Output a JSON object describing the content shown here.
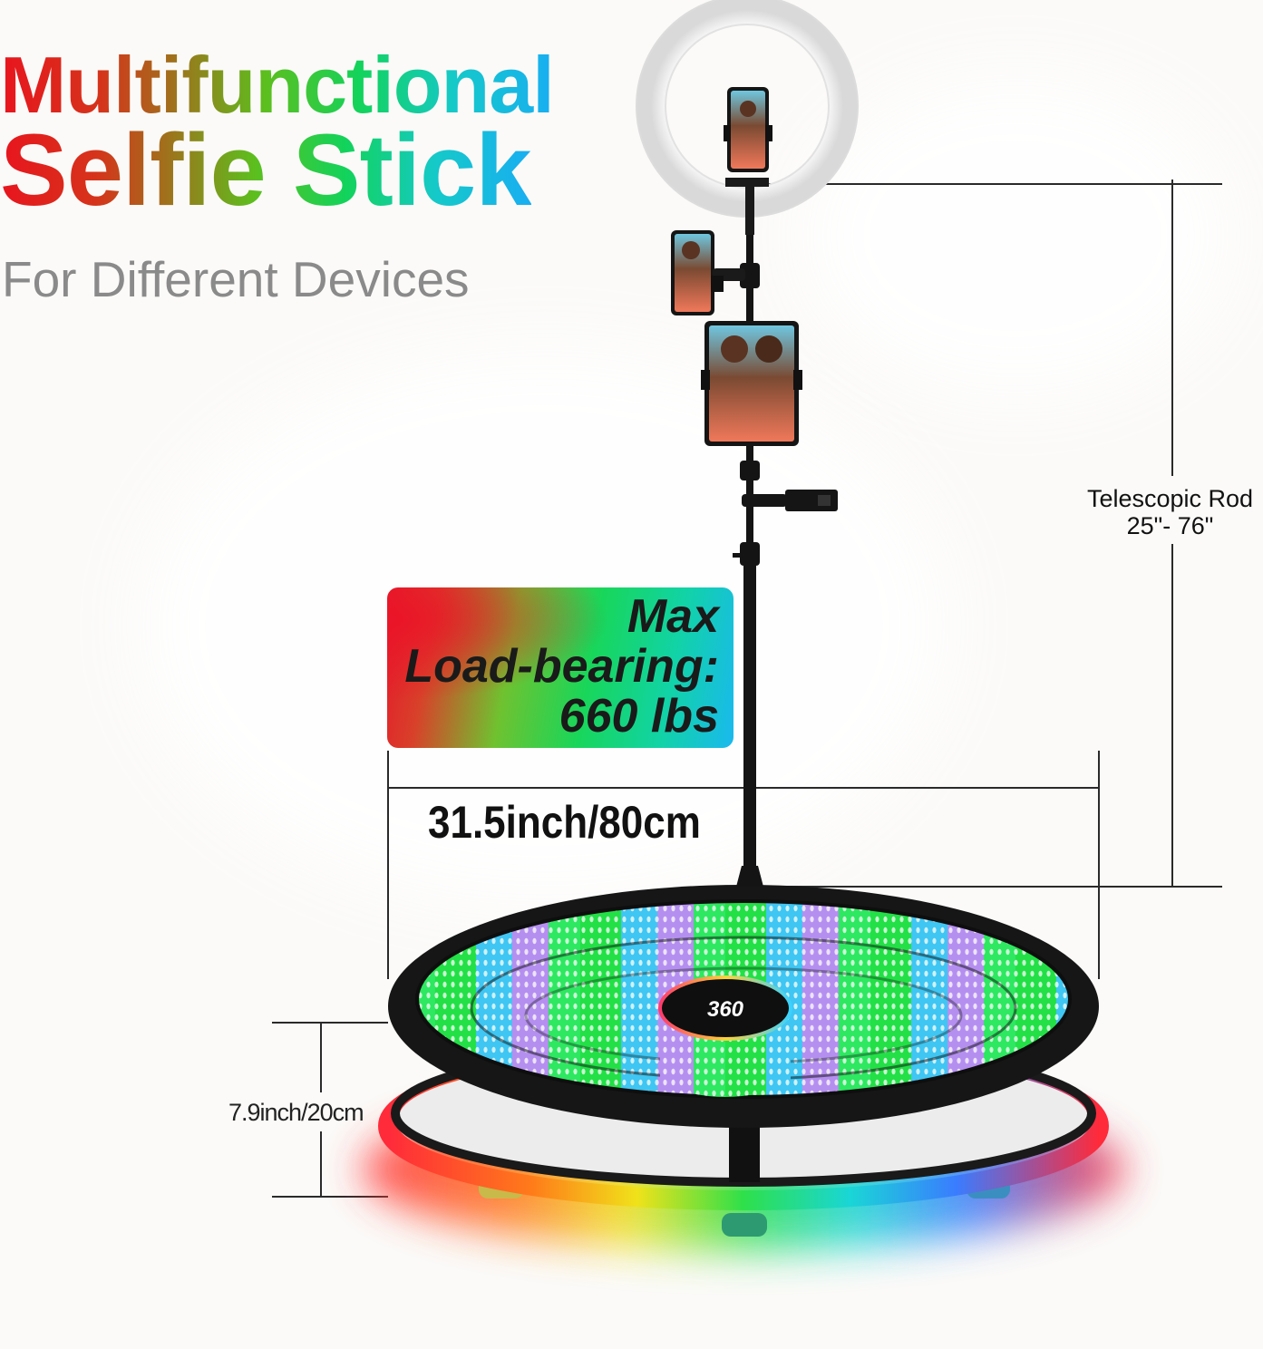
{
  "header": {
    "title_line1": "Multifunctional",
    "title_line2": "Selfie Stick",
    "subtitle": "For Different Devices"
  },
  "callouts": {
    "load_line1": "Max",
    "load_line2": "Load-bearing:",
    "load_line3": "660 lbs"
  },
  "dimensions": {
    "rod_label_line1": "Telescopic Rod",
    "rod_label_line2": "25\"- 76\"",
    "width_label": "31.5inch/80cm",
    "height_label": "7.9inch/20cm"
  },
  "platform_logo_text": "360",
  "colors": {
    "gradient_red": "#e8151e",
    "gradient_green": "#12d35b",
    "gradient_blue": "#18aef2",
    "subtitle_gray": "#8a8a8a",
    "led_green": "#22e046",
    "led_blue": "#3fc6f2",
    "led_purple": "#b58ff0"
  }
}
